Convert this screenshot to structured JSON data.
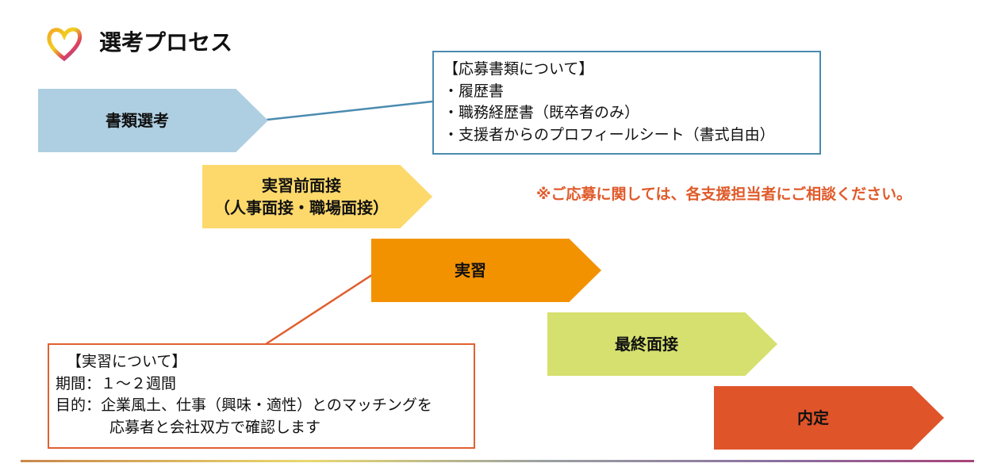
{
  "header": {
    "title": "選考プロセス",
    "logo": "heart-logo"
  },
  "steps": [
    {
      "label": "書類選考",
      "color": "#aecfe2"
    },
    {
      "label": "実習前面接",
      "sub": "（人事面接・職場面接）",
      "color": "#fdd96b"
    },
    {
      "label": "実習",
      "color": "#f39200"
    },
    {
      "label": "最終面接",
      "color": "#d6e06e"
    },
    {
      "label": "内定",
      "color": "#e0542a"
    }
  ],
  "documents_box": {
    "heading": "【応募書類について】",
    "items": [
      "・履歴書",
      "・職務経歴書（既卒者のみ）",
      "・支援者からのプロフィールシート（書式自由）"
    ],
    "border": "#4a8bb0"
  },
  "note": "※ご応募に関しては、各支援担当者にご相談ください。",
  "internship_box": {
    "heading": "【実習について】",
    "period_label": "期間：",
    "period": "１～２週間",
    "purpose_label": "目的：",
    "purpose_line1": "企業風土、仕事（興味・適性）とのマッチングを",
    "purpose_line2": "応募者と会社双方で確認します",
    "border": "#e06030"
  }
}
